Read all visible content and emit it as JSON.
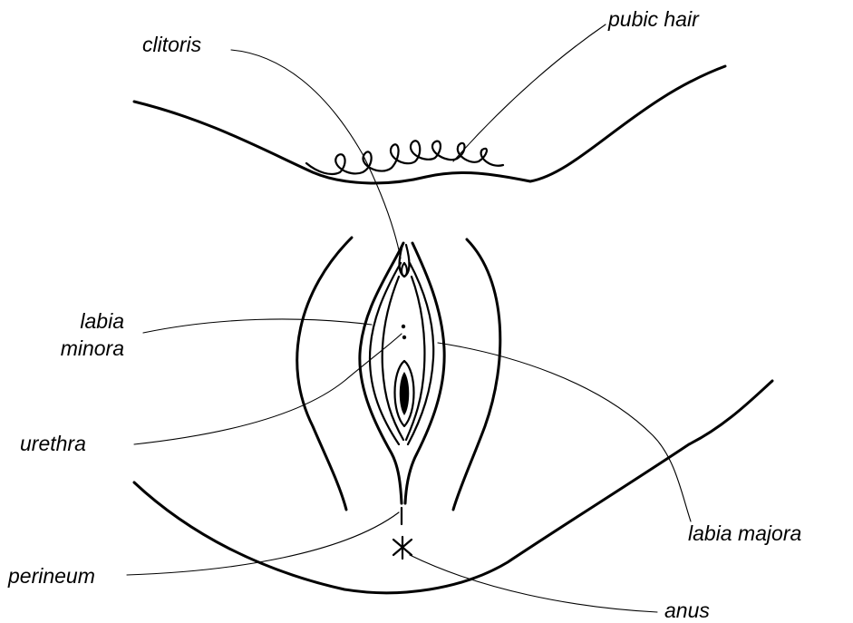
{
  "labels": {
    "clitoris": "clitoris",
    "pubic_hair": "pubic hair",
    "labia_minora_line1": "labia",
    "labia_minora_line2": "minora",
    "urethra": "urethra",
    "labia_majora": "labia majora",
    "perineum": "perineum",
    "anus": "anus"
  },
  "colors": {
    "ink": "#000000",
    "background": "#ffffff"
  }
}
